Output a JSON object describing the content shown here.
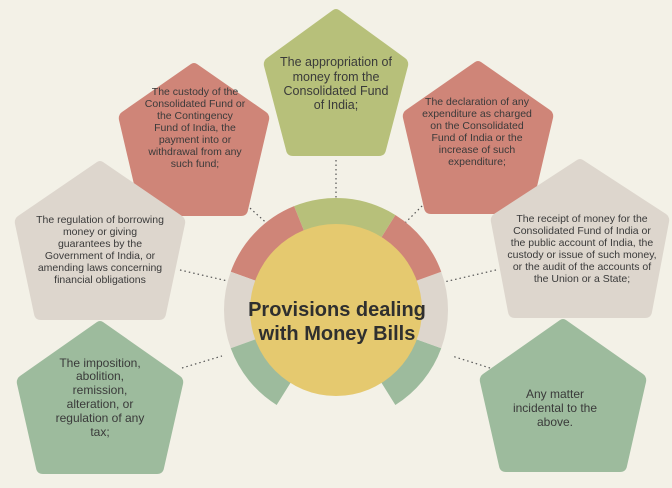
{
  "center": {
    "title": "Provisions dealing with Money Bills",
    "color": "#e5c96f"
  },
  "colors": {
    "green_olive": "#b7c07a",
    "red": "#cf8578",
    "beige": "#ddd6cd",
    "green": "#9dbb9d",
    "background": "#f3f1e7"
  },
  "items": [
    {
      "id": "top",
      "text": "The appropriation of money from the Consolidated Fund of India;",
      "color": "olive"
    },
    {
      "id": "upper-left",
      "text": "The custody of the Consolidated Fund or the Contingency Fund of India, the payment into or withdrawal from any such fund;",
      "color": "red"
    },
    {
      "id": "upper-right",
      "text": "The declaration of any expenditure as charged on the Consolidated Fund of India or the increase of such expenditure;",
      "color": "red"
    },
    {
      "id": "left",
      "text": "The regulation of borrowing money or giving guarantees by the Government of India, or amending laws concerning financial obligations",
      "color": "beige"
    },
    {
      "id": "right",
      "text": "The receipt of money for the Consolidated Fund of India or the public account of India, the custody or issue of such money, or the audit of the accounts of the Union or a State;",
      "color": "beige"
    },
    {
      "id": "lower-left",
      "text": "The imposition, abolition, remission, alteration, or regulation of any tax;",
      "color": "green"
    },
    {
      "id": "lower-right",
      "text": "Any matter incidental to the above.",
      "color": "green"
    }
  ]
}
